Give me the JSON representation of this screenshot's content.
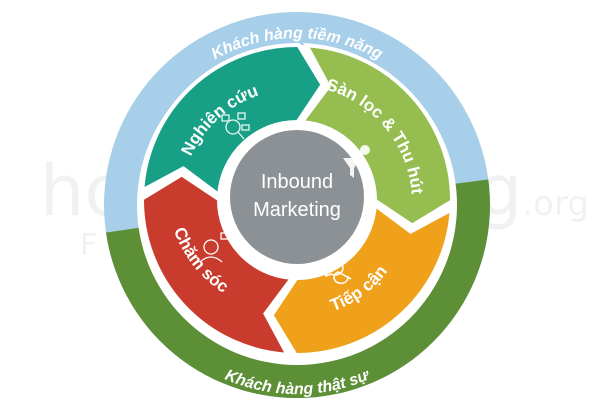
{
  "diagram": {
    "center_label_line1": "Inbound",
    "center_label_line2": "Marketing",
    "outer_top_label": "Khách hàng tiềm năng",
    "outer_bottom_label": "Khách hàng thật sự",
    "segments": [
      {
        "label": "Nghiên cứu",
        "icon": "research-icon",
        "color": "#17a086"
      },
      {
        "label": "Sàn lọc & Thu hút",
        "icon": "funnel-icon",
        "color": "#95bd4f"
      },
      {
        "label": "Tiếp cận",
        "icon": "chat-icon",
        "color": "#f0a11b"
      },
      {
        "label": "Chăm sóc",
        "icon": "support-agent-icon",
        "color": "#c83b2d"
      }
    ],
    "colors": {
      "outer_top": "#a7cfe9",
      "outer_bottom": "#5d8f36",
      "center": "#8c9195"
    }
  },
  "watermark": {
    "line1": "hocmarketing.org",
    "line2": "For marketers"
  }
}
